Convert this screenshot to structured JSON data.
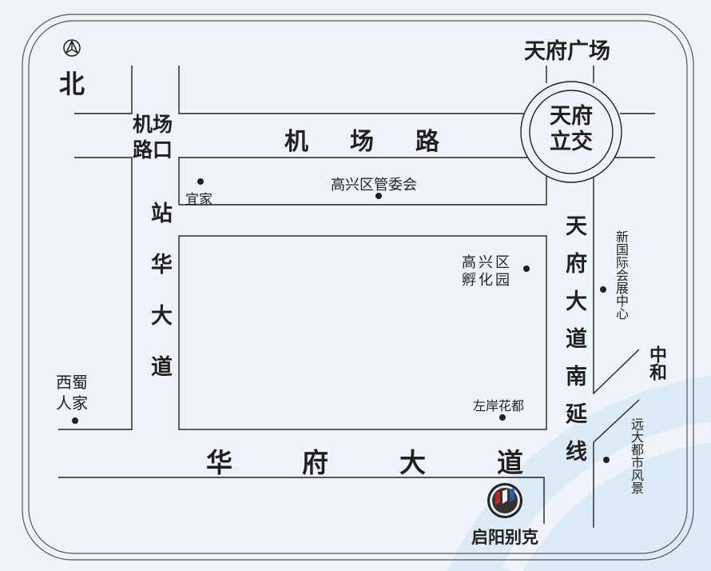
{
  "north": {
    "label": "北",
    "icon": "compass-icon"
  },
  "landmarks": {
    "tianfu_square": "天府广场",
    "tianfu_interchange": "天府立交",
    "airport_road_junction": "机场路口",
    "zhonghe": "中和"
  },
  "roads": {
    "airport_road": [
      "机",
      "场",
      "路"
    ],
    "zhanhua_avenue": "站华大道",
    "huafu_avenue": [
      "华",
      "府",
      "大",
      "道"
    ],
    "tianfu_south_ext": "天府大道南延线"
  },
  "pois": {
    "ikea": "宜家",
    "gaoxin_committee": "高兴区管委会",
    "incubator_line1": "高兴区",
    "incubator_line2": "孵化园",
    "expo_center": "新国际会展中心",
    "xishu_line1": "西蜀",
    "xishu_line2": "人家",
    "zuoan": "左岸花都",
    "yuandadu": "远大都市风景"
  },
  "dealer": {
    "name": "启阳别克",
    "logo": "buick-logo-icon"
  },
  "colors": {
    "background": "#eef4fa",
    "line": "#231f20",
    "accent_arc": "#d6e8f5"
  }
}
